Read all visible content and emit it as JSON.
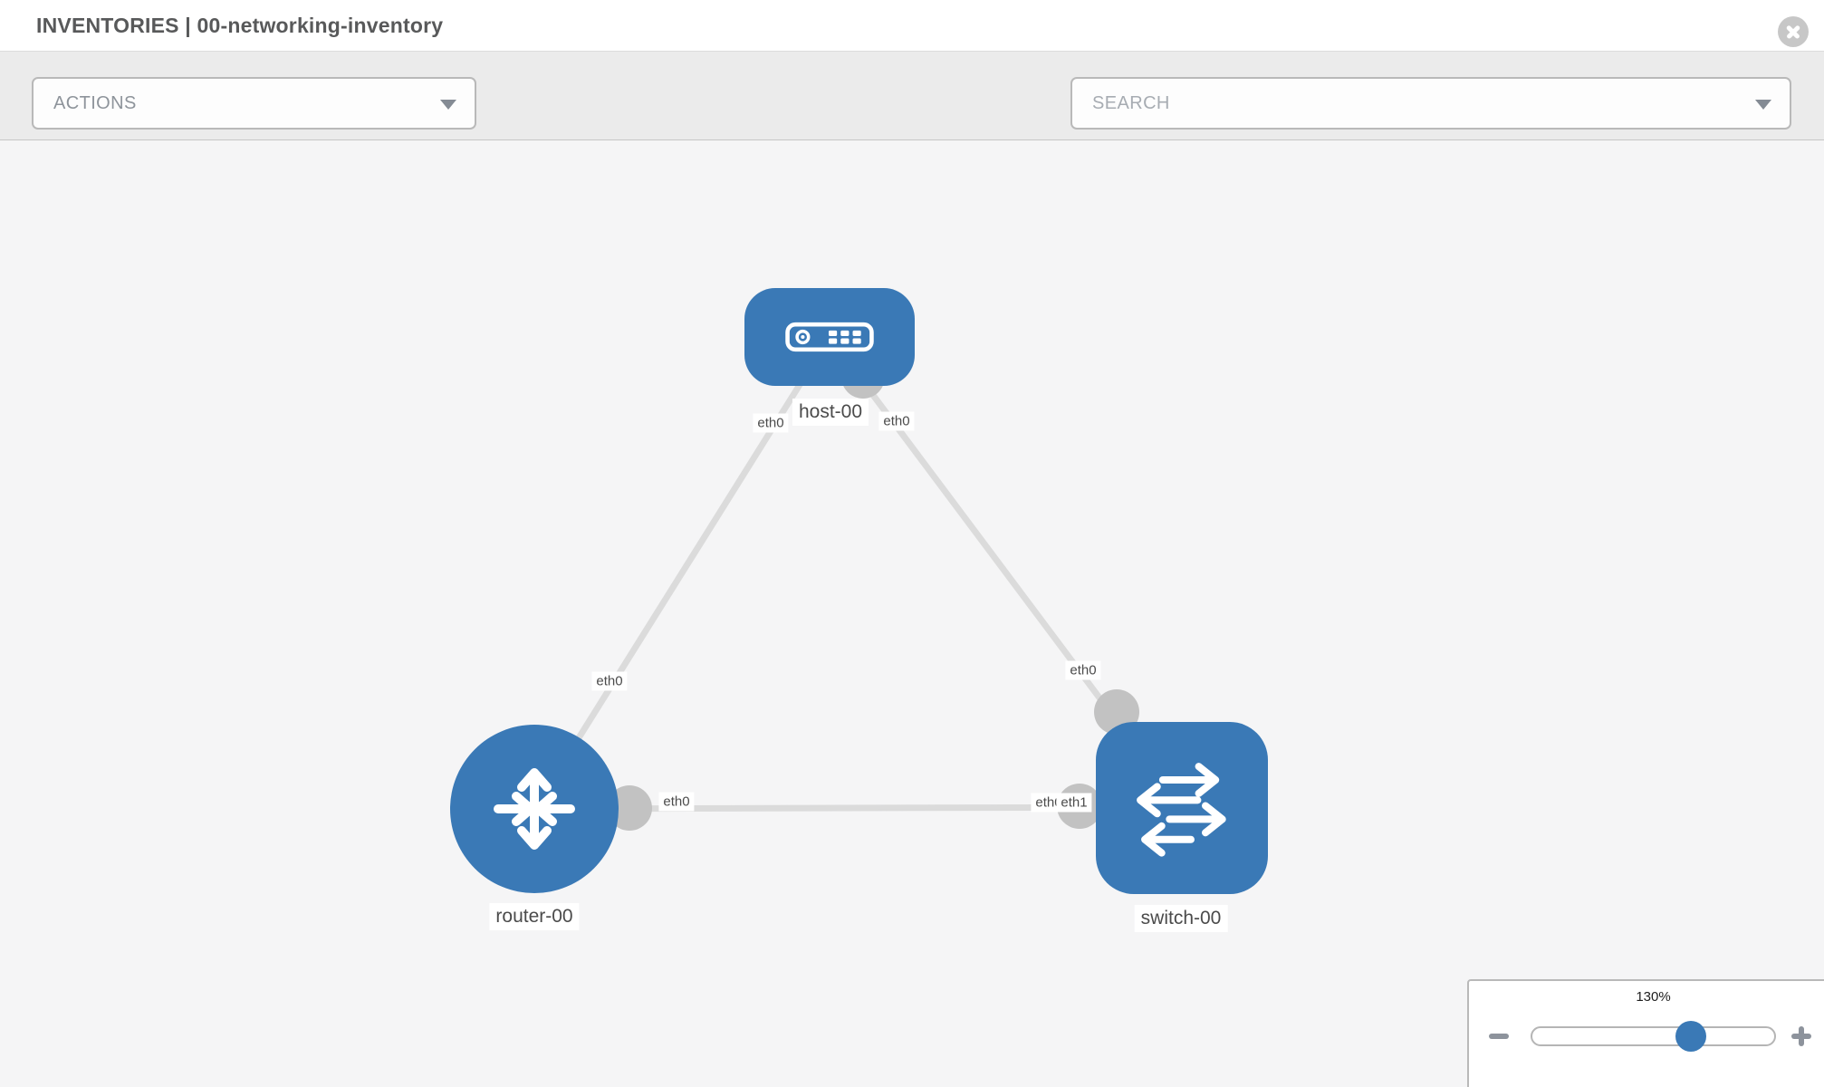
{
  "header": {
    "title": "INVENTORIES | 00-networking-inventory"
  },
  "toolbar": {
    "actions_label": "ACTIONS",
    "search_placeholder": "SEARCH"
  },
  "topology": {
    "nodes": [
      {
        "label": "host-00",
        "type": "host"
      },
      {
        "label": "router-00",
        "type": "router"
      },
      {
        "label": "switch-00",
        "type": "switch"
      }
    ],
    "links": [
      {
        "source": "host-00",
        "target": "router-00",
        "source_interface": "eth0",
        "target_interface": "eth0"
      },
      {
        "source": "host-00",
        "target": "switch-00",
        "source_interface": "eth0",
        "target_interface": "eth0"
      },
      {
        "source": "router-00",
        "target": "switch-00",
        "source_interface": "eth0",
        "target_interface": "eth1",
        "target_interface_overlapped": "eth0"
      }
    ]
  },
  "zoom_control": {
    "level": "130%"
  },
  "colors": {
    "node_blue": "#3a79b6",
    "link_gray": "#dbdbdb",
    "marker_gray": "#c2c2c2",
    "canvas_bg": "#f5f5f6"
  }
}
